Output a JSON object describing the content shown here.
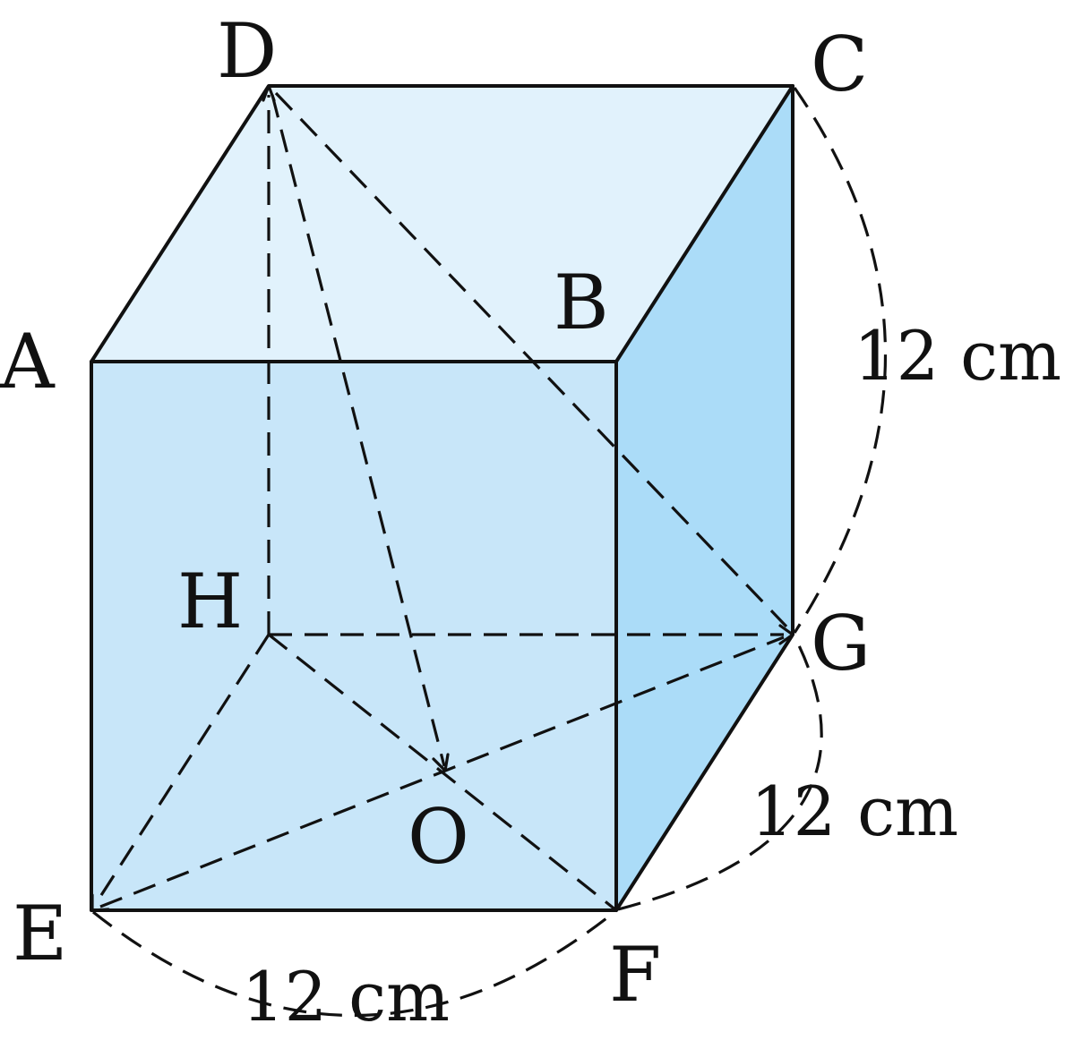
{
  "figure": {
    "vertices": {
      "A": "A",
      "B": "B",
      "C": "C",
      "D": "D",
      "E": "E",
      "F": "F",
      "G": "G",
      "H": "H",
      "O": "O"
    },
    "dimensions": {
      "ef": "12 cm",
      "fg": "12 cm",
      "cg": "12 cm"
    },
    "colors": {
      "front_face": "#c8e6f9",
      "top_face": "#e1f2fc",
      "right_face": "#abdcf8",
      "lines": "#111111"
    }
  }
}
